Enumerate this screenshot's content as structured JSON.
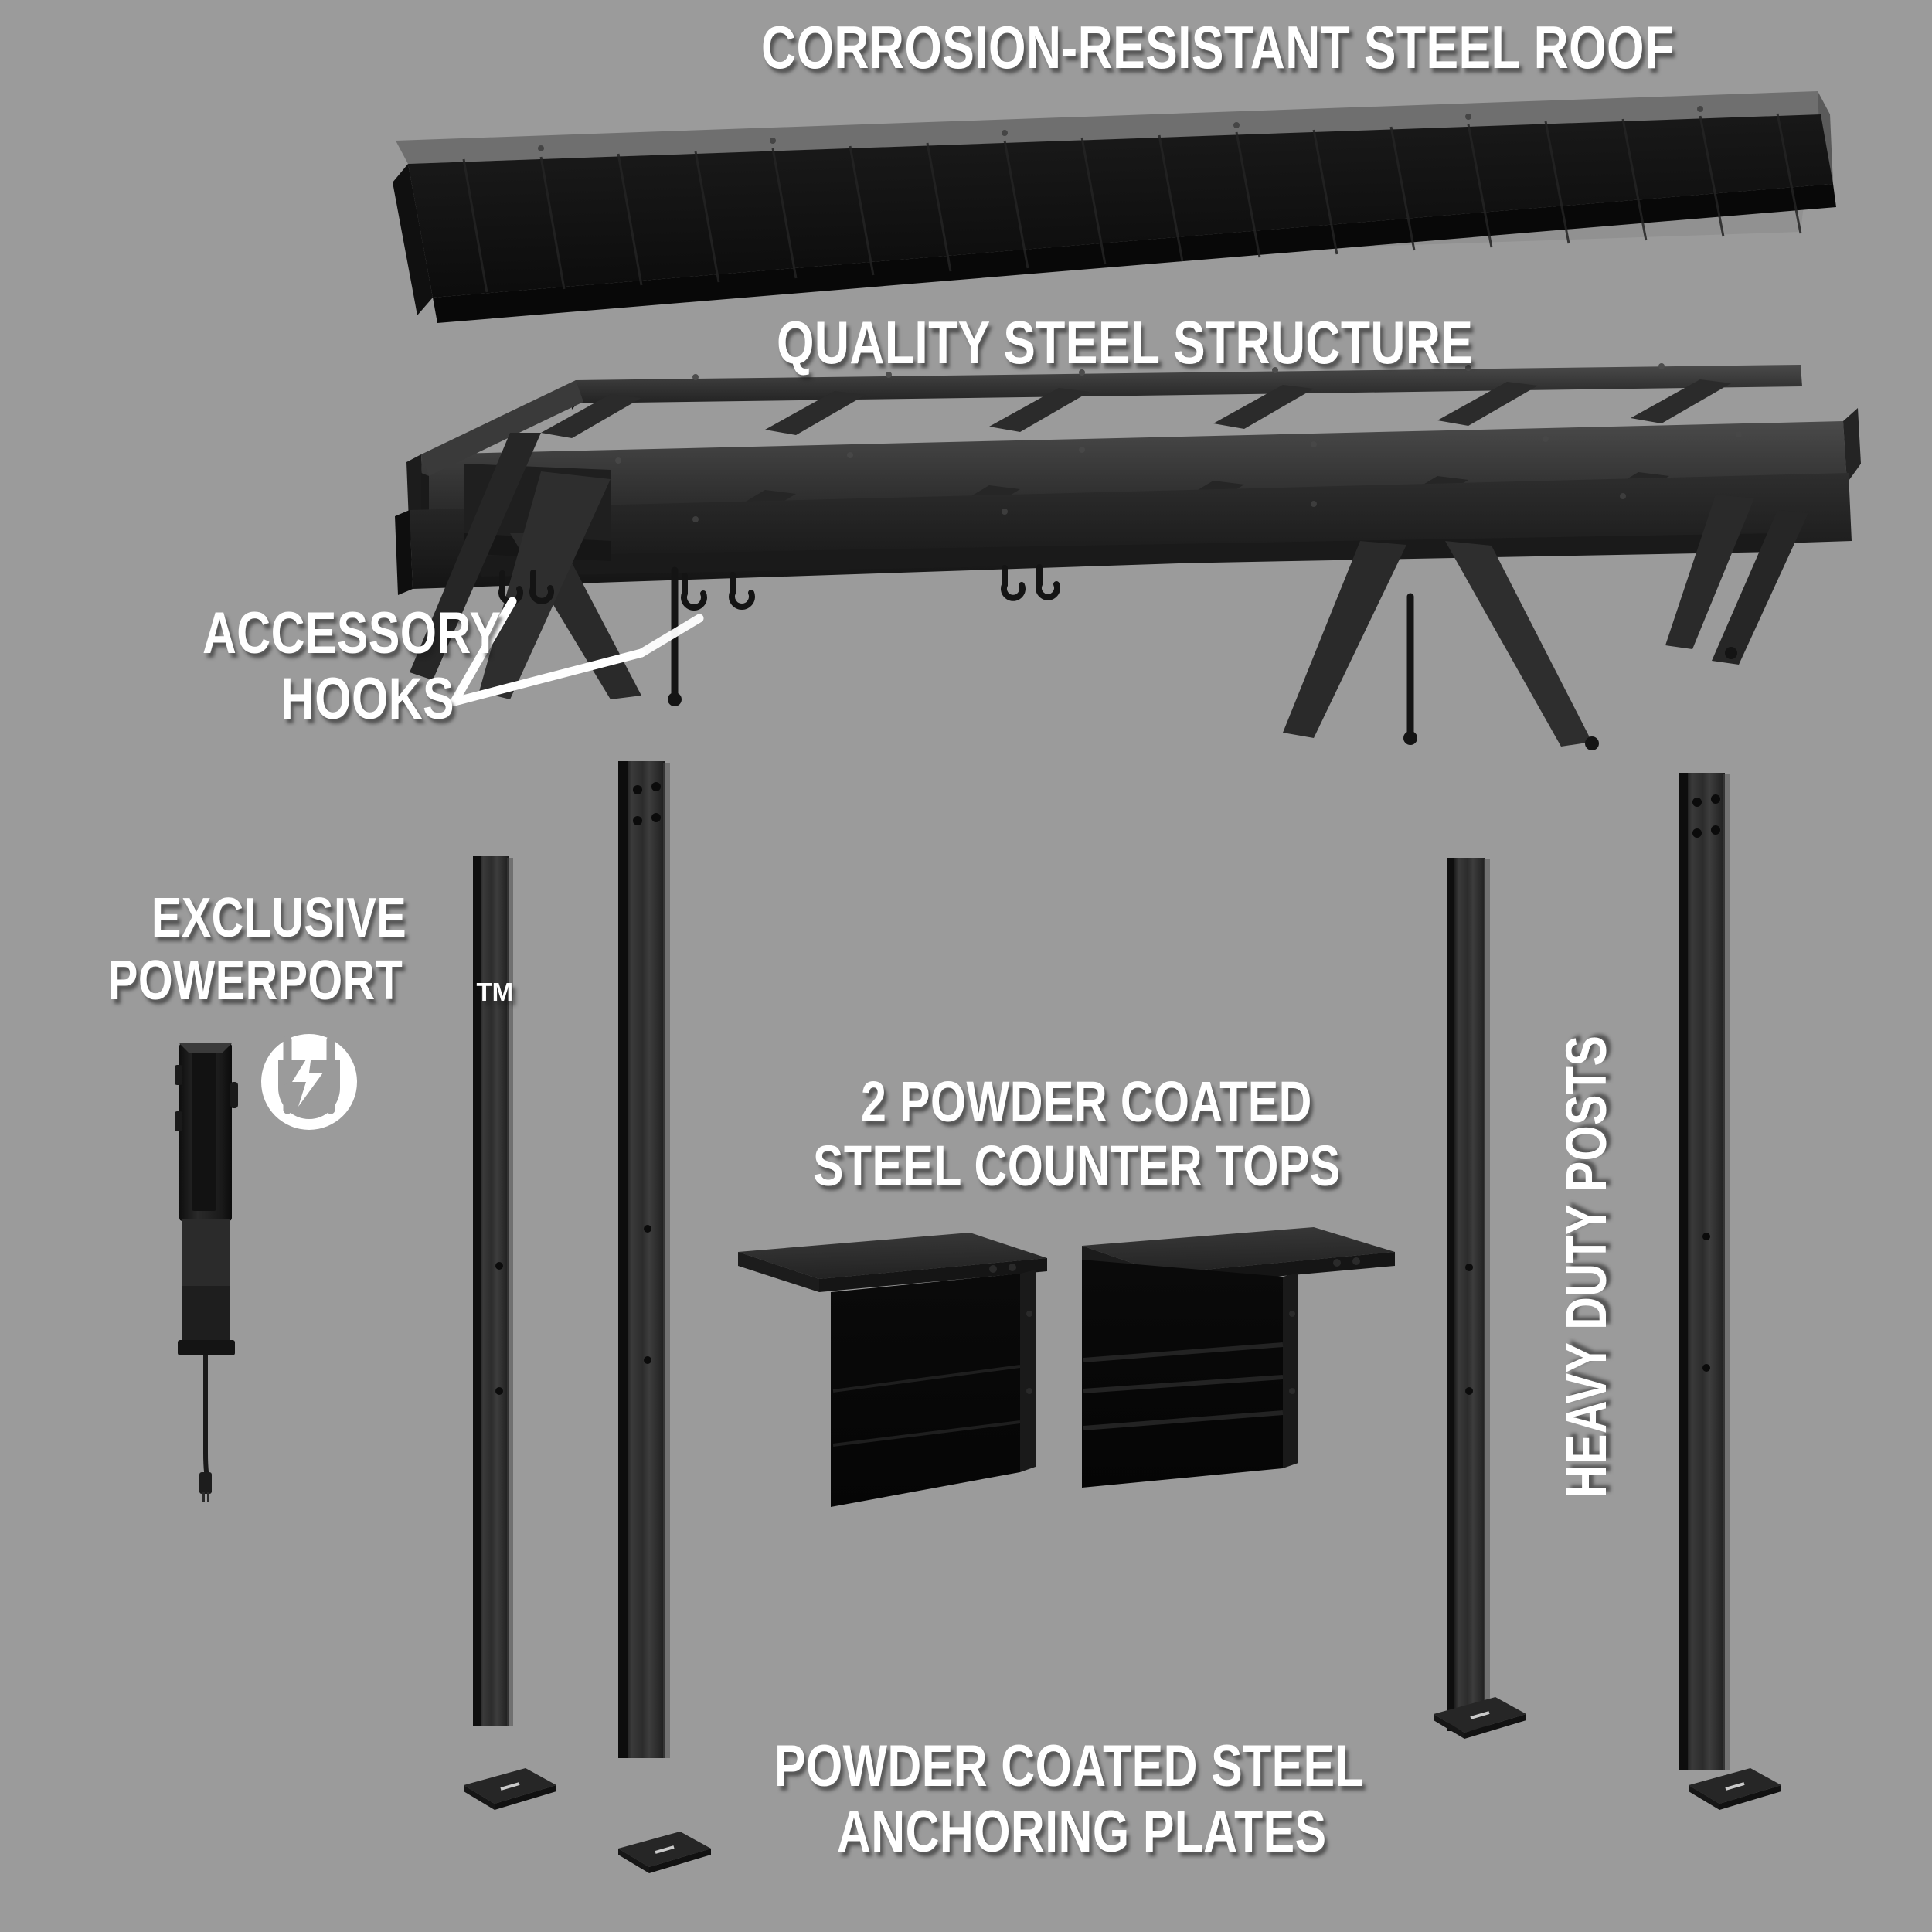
{
  "scene": {
    "title": "Exploded view of steel grill gazebo components",
    "background_color": "#9b9b9b",
    "label_color": "#ffffff",
    "metal_dark": "#2b2b2b",
    "metal_black": "#0d0d0d",
    "metal_mid": "#3a3a3a",
    "metal_light": "#6e6e6e"
  },
  "labels": {
    "roof": "CORROSION-RESISTANT STEEL ROOF",
    "structure": "QUALITY STEEL STRUCTURE",
    "hooks_line1": "ACCESSORY",
    "hooks_line2": "HOOKS",
    "power_line1": "EXCLUSIVE",
    "power_line2": "POWERPORT",
    "power_tm": "TM",
    "counter_line1": "2 POWDER COATED",
    "counter_line2": "STEEL COUNTER TOPS",
    "posts": "HEAVY DUTY POSTS",
    "plates_line1": "POWDER COATED STEEL",
    "plates_line2": "ANCHORING PLATES"
  },
  "icons": {
    "power_badge": "power-plug-bolt-icon"
  },
  "parts": {
    "roof_panel_count": 1,
    "posts_count": 4,
    "counter_tops_count": 2,
    "anchor_plates_count": 4,
    "powerport_count": 1,
    "hook_count": 6
  }
}
